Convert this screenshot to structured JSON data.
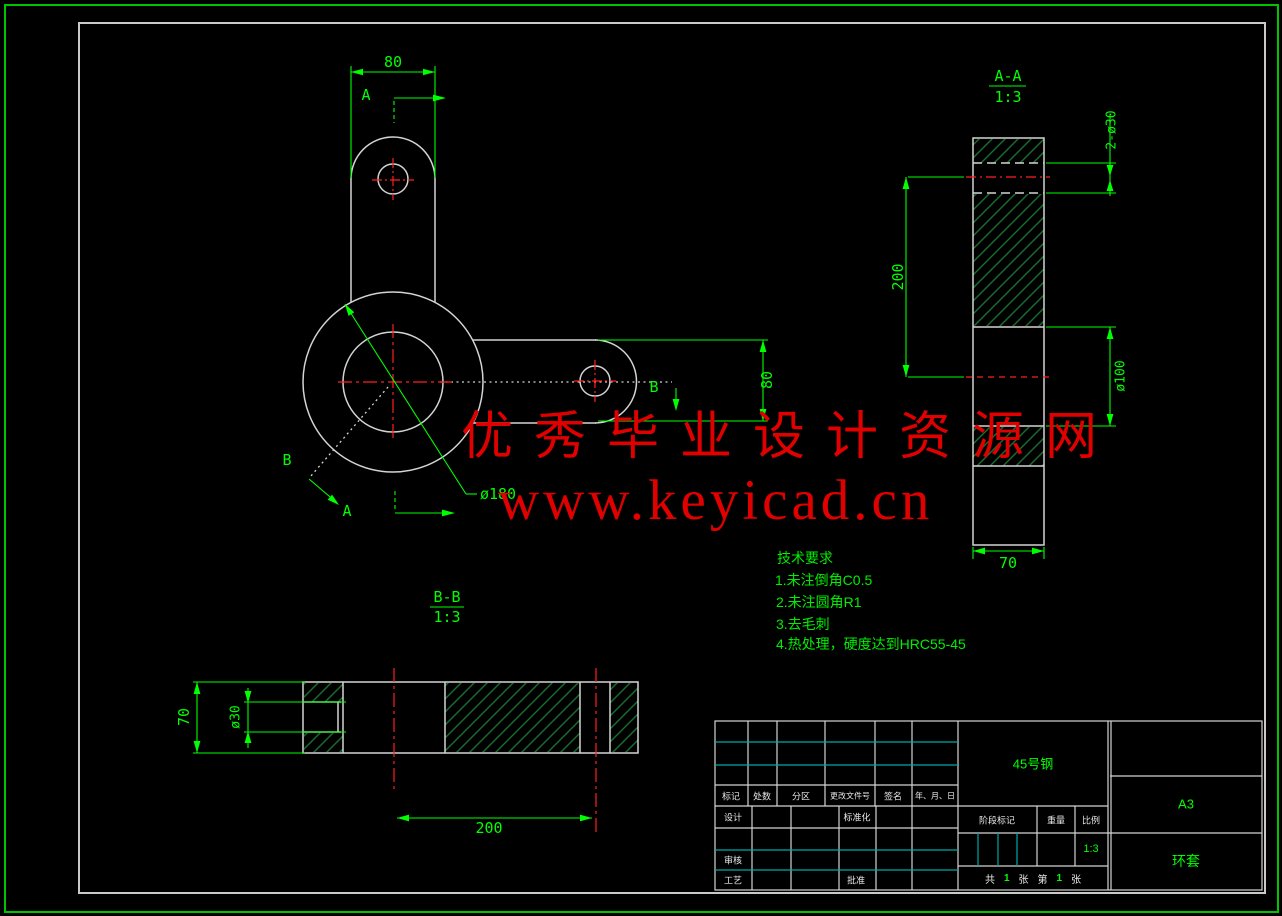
{
  "colors": {
    "line_green": "#00ff00",
    "outline_white": "#d4d4d4",
    "centerline_red": "#ff1f1f",
    "hatch_green": "#186f2d",
    "table_teal": "#00a8a8",
    "watermark_red": "#e00000"
  },
  "watermark": {
    "line1": "优秀毕业设计资源网",
    "line2": "www.keyicad.cn"
  },
  "front_view": {
    "dim_width_top": "80",
    "dim_height_right": "80",
    "leader_diameter": "ø180",
    "section_label_a": "A",
    "section_label_b": "B"
  },
  "section_aa": {
    "title": "A-A",
    "scale": "1:3",
    "dim_length": "200",
    "dim_holes": "2-ø30",
    "dim_bore": "ø100",
    "dim_width": "70"
  },
  "section_bb": {
    "title": "B-B",
    "scale": "1:3",
    "dim_width": "70",
    "dim_hole": "ø30",
    "dim_length": "200"
  },
  "tech_req": {
    "title": "技术要求",
    "items": [
      "1.未注倒角C0.5",
      "2.未注圆角R1",
      "3.去毛刺",
      "4.热处理，硬度达到HRC55-45"
    ]
  },
  "title_block": {
    "revision_headers": [
      "标记",
      "处数",
      "分区",
      "更改文件号",
      "签名",
      "年、月、日"
    ],
    "design": "设计",
    "standardize": "标准化",
    "audit": "审核",
    "process": "工艺",
    "approve": "批准",
    "stage_mark": "阶段标记",
    "weight": "重量",
    "scale_label": "比例",
    "scale_value": "1:3",
    "material": "45号钢",
    "paper": "A3",
    "part_name": "环套",
    "sheet": {
      "total_label": "共",
      "total_value": "1",
      "total_suffix": "张",
      "index_label": "第",
      "index_value": "1",
      "index_suffix": "张"
    }
  }
}
